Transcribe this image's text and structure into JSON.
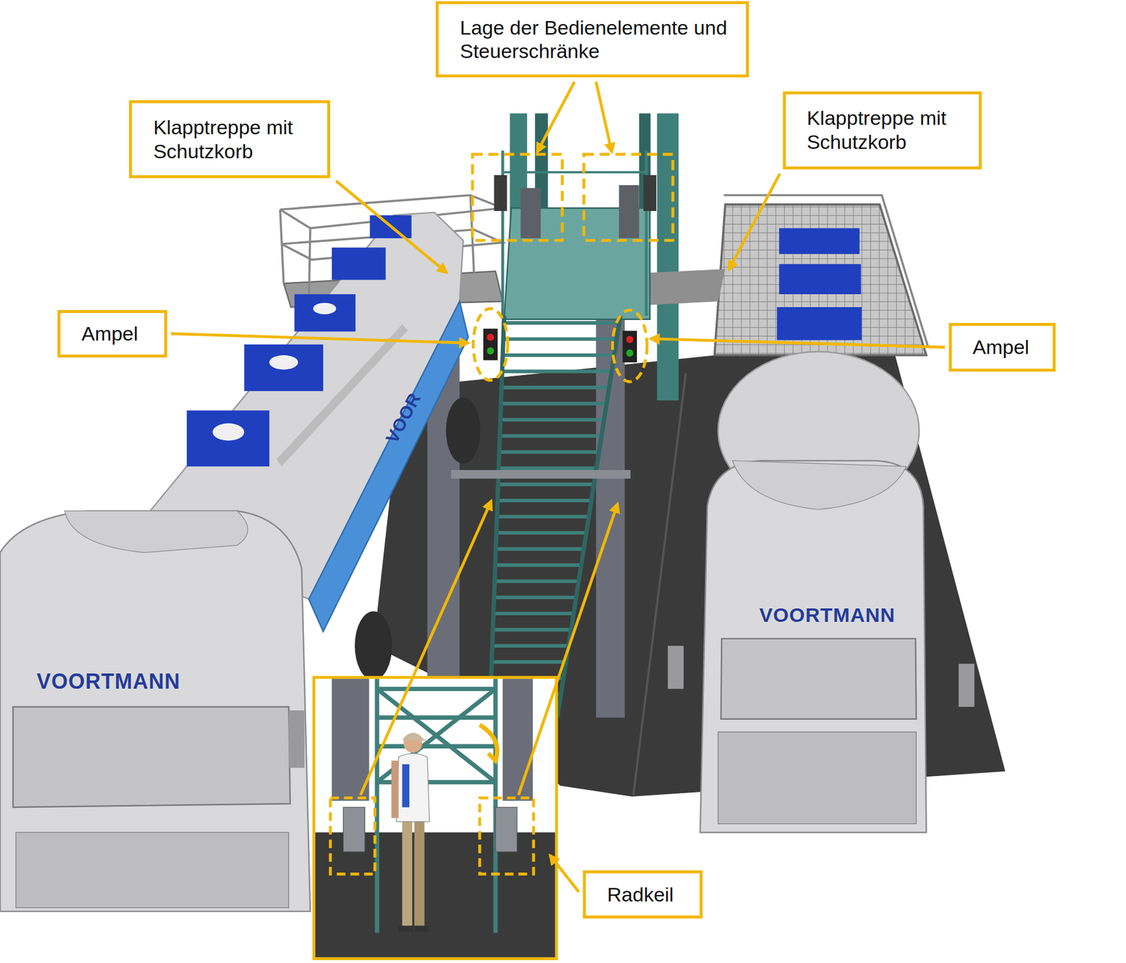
{
  "diagram": {
    "nodes": [
      {
        "text": [
          "Lage der Bedienelemente und Steuerschränke"
        ]
      },
      {
        "text": [
          "Klapptreppe mit Schutzkorb"
        ]
      },
      {
        "text": [
          "Klapptreppe mit Schutzkorb"
        ]
      },
      {
        "text": [
          "Ampel"
        ]
      },
      {
        "text": [
          "Ampel"
        ]
      },
      {
        "text": [
          "Radkeil"
        ]
      }
    ],
    "labels": [
      "VOORTMANN",
      "VOORTMANN",
      "VOOR"
    ]
  }
}
